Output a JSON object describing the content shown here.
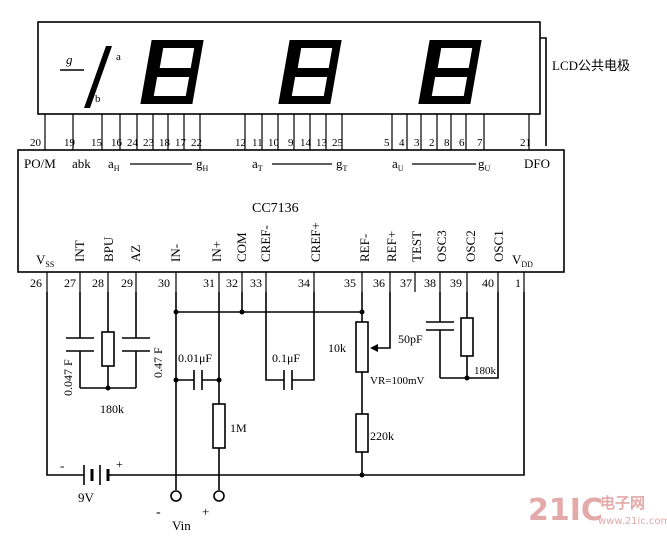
{
  "lcd": {
    "common_label": "LCD公共电极",
    "g_label": "g",
    "a_label": "a",
    "b_label": "b"
  },
  "top_pins": {
    "numbers": [
      "20",
      "19",
      "15",
      "16",
      "24",
      "23",
      "18",
      "17",
      "22",
      "12",
      "11",
      "10",
      "9",
      "14",
      "13",
      "25",
      "5",
      "4",
      "3",
      "2",
      "8",
      "6",
      "7",
      "21"
    ],
    "labels": {
      "pom": "PO/M",
      "abk": "abk",
      "aH": "a",
      "aH_sub": "H",
      "gH": "g",
      "gH_sub": "H",
      "aT": "a",
      "aT_sub": "T",
      "gT": "g",
      "gT_sub": "T",
      "aU": "a",
      "aU_sub": "U",
      "gU": "g",
      "gU_sub": "U",
      "dfo": "DFO"
    }
  },
  "ic": {
    "name": "CC7136"
  },
  "bottom_pins": {
    "labels": [
      "V",
      "INT",
      "BPU",
      "AZ",
      "IN-",
      "IN+",
      "COM",
      "CREF-",
      "CREF+",
      "REF-",
      "REF+",
      "TEST",
      "OSC3",
      "OSC2",
      "OSC1",
      "V"
    ],
    "vss_sub": "SS",
    "vdd_sub": "DD",
    "numbers": [
      "26",
      "27",
      "28",
      "29",
      "30",
      "31",
      "32",
      "33",
      "34",
      "35",
      "36",
      "37",
      "38",
      "39",
      "40",
      "1"
    ]
  },
  "components": {
    "cap_int": "0.047 F",
    "cap_az": "0.47 F",
    "r_bpu": "180k",
    "cap_in": "0.01μF",
    "r_in": "1M",
    "cap_ref": "0.1μF",
    "pot": "10k",
    "vr": "VR=100mV",
    "r_ref": "220k",
    "cap_osc": "50pF",
    "r_osc": "180k",
    "battery": "9V",
    "bat_minus": "-",
    "bat_plus": "+",
    "vin_minus": "-",
    "vin_plus": "+",
    "vin": "Vin"
  },
  "watermark": {
    "text": "21IC",
    "cn": "电子网",
    "url": "www.21ic.com"
  }
}
